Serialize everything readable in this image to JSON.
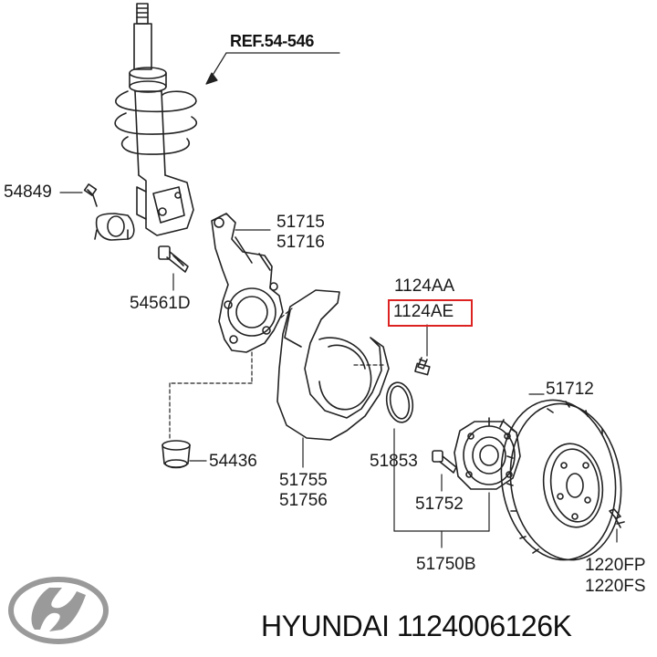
{
  "diagram": {
    "ref_label": "REF.54-546",
    "callouts": {
      "strut_bushing_bolt": "54849",
      "knuckle_1": "51715",
      "knuckle_2": "51716",
      "knuckle_bolt": "54561D",
      "bolt_option_1": "1124AA",
      "bolt_option_2": "1124AE",
      "disc": "51712",
      "bushing": "54436",
      "splash_shield_1": "51755",
      "splash_shield_2": "51756",
      "snap_ring": "51853",
      "hub_bolt": "51752",
      "hub_assembly": "51750B",
      "disc_screw_1": "1220FP",
      "disc_screw_2": "1220FS"
    },
    "highlighted_part": "1124AE"
  },
  "footer": {
    "brand_logo": "hyundai-logo",
    "caption": "HYUNDAI 1124006126K"
  }
}
